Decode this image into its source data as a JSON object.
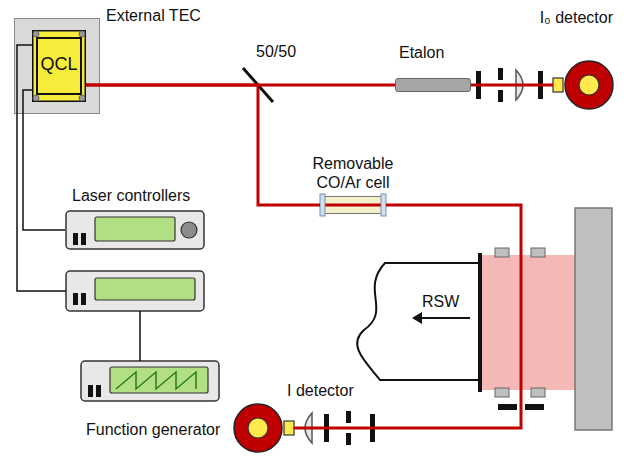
{
  "diagram": {
    "nodes": [
      {
        "text": [
          "External TEC"
        ]
      },
      {
        "text": [
          "QCL"
        ],
        "in": 0
      },
      {
        "text": [
          "Etalon"
        ]
      },
      {
        "text": [
          "I₀ detector"
        ]
      },
      {
        "text": [
          "Laser controllers"
        ]
      },
      {
        "text": [
          "Removable CO/Ar cell"
        ]
      },
      {
        "text": [
          "Function generator"
        ]
      },
      {
        "text": [
          "I detector"
        ]
      }
    ],
    "edges": [
      {
        "from": 1,
        "to": 2,
        "arrow": "none"
      },
      {
        "from": 2,
        "to": 3,
        "arrow": "none"
      },
      {
        "from": 1,
        "to": 5,
        "arrow": "none"
      },
      {
        "from": 5,
        "to": 7,
        "arrow": "none"
      },
      {
        "from": 1,
        "to": 4,
        "arrow": "none"
      }
    ],
    "labels": [
      "50/50",
      "RSW"
    ]
  }
}
